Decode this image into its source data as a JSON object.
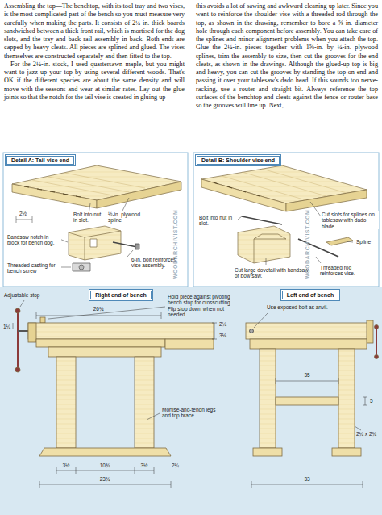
{
  "diagram": {
    "nodes": [
      {
        "text": [
          "Detail A: Tail-vise end"
        ]
      },
      {
        "text": [
          "Detail B: Shoulder-vise end"
        ]
      },
      {
        "text": [
          "Right end of bench"
        ]
      },
      {
        "text": [
          "Left end of bench"
        ]
      }
    ],
    "labels": [
      "Assembling the top—The benchtop, with its tool tray and two vises, is the most complicated part of the bench so you must measure very carefully when making the parts. It consists of 2¼-in. thick boards sandwiched between a thick front rail, which is mortised for the dog slots, and the tray and back rail assembly in back. Both ends are capped by heavy cleats. All pieces are splined and glued. The vises themselves are constructed separately and then fitted to the top.",
      "For the 2¼-in. stock, I used quartersawn maple, but you might want to jazz up your top by using several different woods. That's OK if the different species are about the same density and will move with the seasons and wear at similar rates. Lay out the glue joints so that the notch for the tail vise is created in gluing up—",
      "this avoids a lot of sawing and awkward cleaning up later. Since you want to reinforce the shoulder vise with a threaded rod through the top, as shown in the drawing, remember to bore a ⅝-in. diameter hole through each component before assembly. You can take care of the splines and minor alignment problems when you attach the top. Glue the 2¼-in. pieces together with 1⅝-in. by ¼-in. plywood splines, trim the assembly to size, then cut the grooves for the end cleats, as shown in the drawings. Although the glued-up top is big and heavy, you can cut the grooves by standing the top on end and passing it over your tablesaw's dado head. If this sounds too nerve-racking, use a router and straight bit. Always reference the top surfaces of the benchtop and cleats against the fence or router base so the grooves will line up. Next,",
      "Bolt into nut in slot.",
      "½-in. plywood spline",
      "2½",
      "Bandsaw notch in block for bench dog.",
      "Threaded casting for bench screw",
      "6-in. bolt reinforces vise assembly.",
      "WOODARCHIVIST.COM",
      "Cut slots for splines on tablesaw with dado blade.",
      "Spline",
      "Bolt into nut in slot.",
      "Cut large dovetail with bandsaw or bow saw.",
      "Threaded rod reinforces vise.",
      "WOODARCHIVIST.COM",
      "Adjustable stop",
      "26¾",
      "Hold piece against pivoting bench stop for crosscutting. Flip stop down when not needed.",
      "1¼",
      "2¼",
      "3⅛",
      "Mortise-and-tenon legs and top brace.",
      "3½",
      "10¾",
      "3½",
      "2¼",
      "23¾",
      "Use exposed bolt as anvil.",
      "35",
      "5",
      "2¼ x 2¾",
      "33"
    ]
  }
}
